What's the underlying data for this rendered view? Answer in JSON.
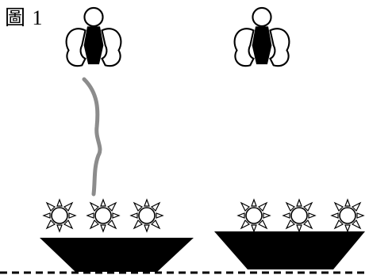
{
  "figure": {
    "label": "圖 1"
  },
  "colors": {
    "ink": "#000000",
    "background": "#ffffff",
    "flight_path": "#8c8c8c"
  },
  "icons": {
    "insect": "bee-icon",
    "flower": "sun-flower-icon",
    "base": "trapezoid-base-icon"
  },
  "scene": {
    "left_group": {
      "flower_count": 3,
      "has_flight_path": true
    },
    "right_group": {
      "flower_count": 3,
      "has_flight_path": false
    }
  }
}
